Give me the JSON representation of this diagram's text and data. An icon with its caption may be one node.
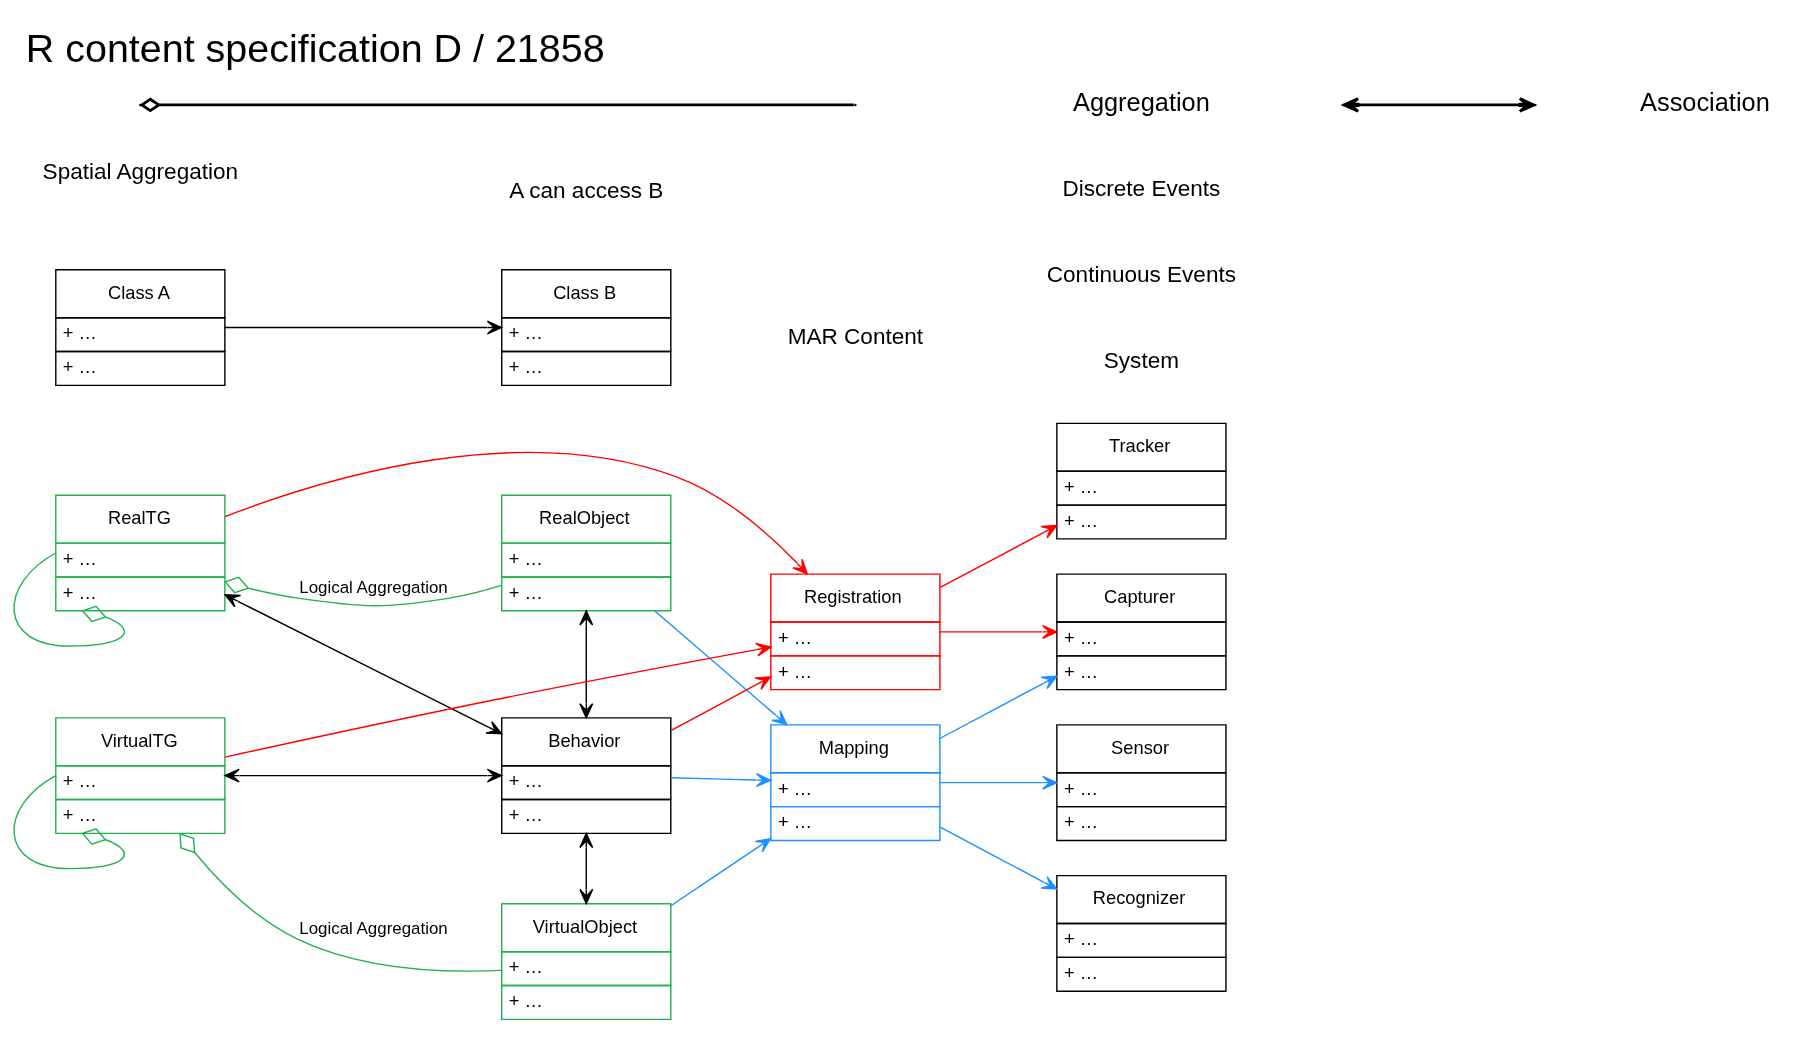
{
  "diagram": {
    "title": "R content specification D / 21858",
    "nodes": [
      {
        "text": [
          "RealObject",
          "+ …",
          "+ …"
        ]
      },
      {
        "text": [
          "RealTG",
          "+ …",
          "+ …"
        ]
      },
      {
        "text": [
          "Registration",
          "+ …",
          "+ …"
        ]
      },
      {
        "text": [
          "Behavior",
          "+ …",
          "+ …"
        ]
      },
      {
        "text": [
          "VirtualTG",
          "+ …",
          "+ …"
        ]
      },
      {
        "text": [
          "Mapping",
          "+ …",
          "+ …"
        ]
      },
      {
        "text": [
          "VirtualObject",
          "+ …",
          "+ …"
        ]
      },
      {
        "text": [
          "Tracker",
          "+ …",
          "+ …"
        ]
      },
      {
        "text": [
          "Capturer",
          "+ …",
          "+ …"
        ]
      },
      {
        "text": [
          "Recognizer",
          "+ …",
          "+ …"
        ]
      },
      {
        "text": [
          "Sensor",
          "+ …",
          "+ …"
        ]
      },
      {
        "text": [
          "Class A",
          "+ …",
          "+ …"
        ]
      },
      {
        "text": [
          "Class B",
          "+ …",
          "+ …"
        ]
      }
    ],
    "edges": [
      {
        "from": 0,
        "to": 1,
        "arrow": "other",
        "label": "Logical Aggregation",
        "color": "#22b14c"
      },
      {
        "from": 1,
        "to": 1,
        "arrow": "other",
        "color": "#22b14c"
      },
      {
        "from": 4,
        "to": 4,
        "arrow": "other",
        "color": "#22b14c"
      },
      {
        "from": 6,
        "to": 4,
        "arrow": "other",
        "label": "Logical Aggregation",
        "color": "#22b14c"
      },
      {
        "from": 0,
        "to": 3,
        "arrow": "both",
        "color": "#000000"
      },
      {
        "from": 1,
        "to": 3,
        "arrow": "both",
        "color": "#000000"
      },
      {
        "from": 4,
        "to": 3,
        "arrow": "both",
        "color": "#000000"
      },
      {
        "from": 3,
        "to": 6,
        "arrow": "both",
        "color": "#000000"
      },
      {
        "from": 1,
        "to": 2,
        "arrow": "to",
        "color": "#ff0000"
      },
      {
        "from": 4,
        "to": 2,
        "arrow": "to",
        "color": "#ff0000"
      },
      {
        "from": 3,
        "to": 2,
        "arrow": "to",
        "color": "#ff0000"
      },
      {
        "from": 0,
        "to": 5,
        "arrow": "to",
        "color": "#1e90ff"
      },
      {
        "from": 3,
        "to": 5,
        "arrow": "to",
        "color": "#1e90ff"
      },
      {
        "from": 6,
        "to": 5,
        "arrow": "to",
        "color": "#1e90ff"
      },
      {
        "from": 2,
        "to": 7,
        "arrow": "to",
        "color": "#ff0000"
      },
      {
        "from": 2,
        "to": 8,
        "arrow": "to",
        "color": "#ff0000"
      },
      {
        "from": 5,
        "to": 8,
        "arrow": "to",
        "color": "#1e90ff"
      },
      {
        "from": 5,
        "to": 9,
        "arrow": "to",
        "color": "#1e90ff"
      },
      {
        "from": 5,
        "to": 10,
        "arrow": "to",
        "color": "#1e90ff"
      },
      {
        "from": 11,
        "to": 12,
        "arrow": "to",
        "color": "#000000"
      }
    ],
    "labels": [
      "MAR Content",
      "System",
      "Spatial Aggregation",
      "Continuous Events",
      "Discrete Events",
      "A can access B"
    ],
    "legend": [
      {
        "text": "Aggregation"
      },
      {
        "text": "Association"
      }
    ]
  }
}
